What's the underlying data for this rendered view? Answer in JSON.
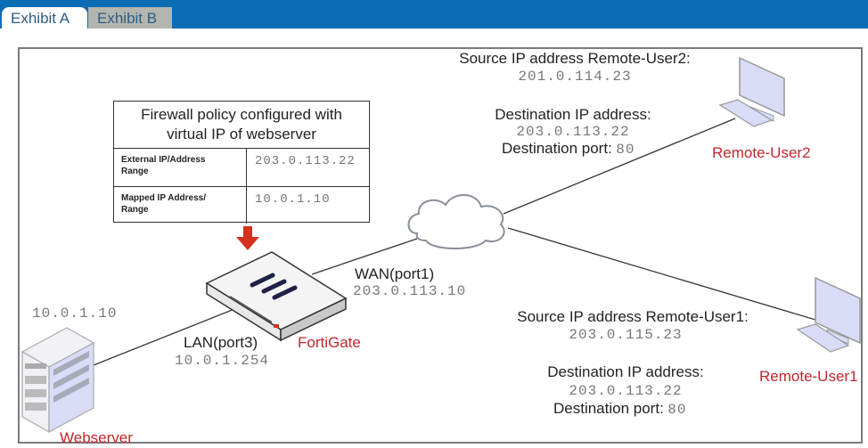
{
  "tabs": [
    {
      "label": "Exhibit A",
      "active": true
    },
    {
      "label": "Exhibit B",
      "active": false
    }
  ],
  "policy_box": {
    "title_line1": "Firewall policy configured with",
    "title_line2": "virtual IP of webserver",
    "rows": [
      {
        "label_line1": "External IP/Address",
        "label_line2": "Range",
        "value": "203.0.113.22"
      },
      {
        "label_line1": "Mapped IP Address/",
        "label_line2": "Range",
        "value": "10.0.1.10"
      }
    ]
  },
  "webserver": {
    "label": "Webserver",
    "ip": "10.0.1.10"
  },
  "fortigate": {
    "label": "FortiGate",
    "lan_port": "LAN(port3)",
    "lan_ip": "10.0.1.254",
    "wan_port": "WAN(port1)",
    "wan_ip": "203.0.113.10"
  },
  "remote_user2": {
    "label": "Remote-User2",
    "source_label": "Source IP address Remote-User2:",
    "source_ip": "201.0.114.23",
    "dest_label": "Destination IP address:",
    "dest_ip": "203.0.113.22",
    "port_label": "Destination port:",
    "port": "80"
  },
  "remote_user1": {
    "label": "Remote-User1",
    "source_label": "Source IP address Remote-User1:",
    "source_ip": "203.0.115.23",
    "dest_label": "Destination IP address:",
    "dest_ip": "203.0.113.22",
    "port_label": "Destination port:",
    "port": "80"
  },
  "colors": {
    "header_blue": "#0a6cb5",
    "label_red": "#c2262b",
    "arrow_red": "#d2321e",
    "device_lavender": "#d9dcf7"
  }
}
